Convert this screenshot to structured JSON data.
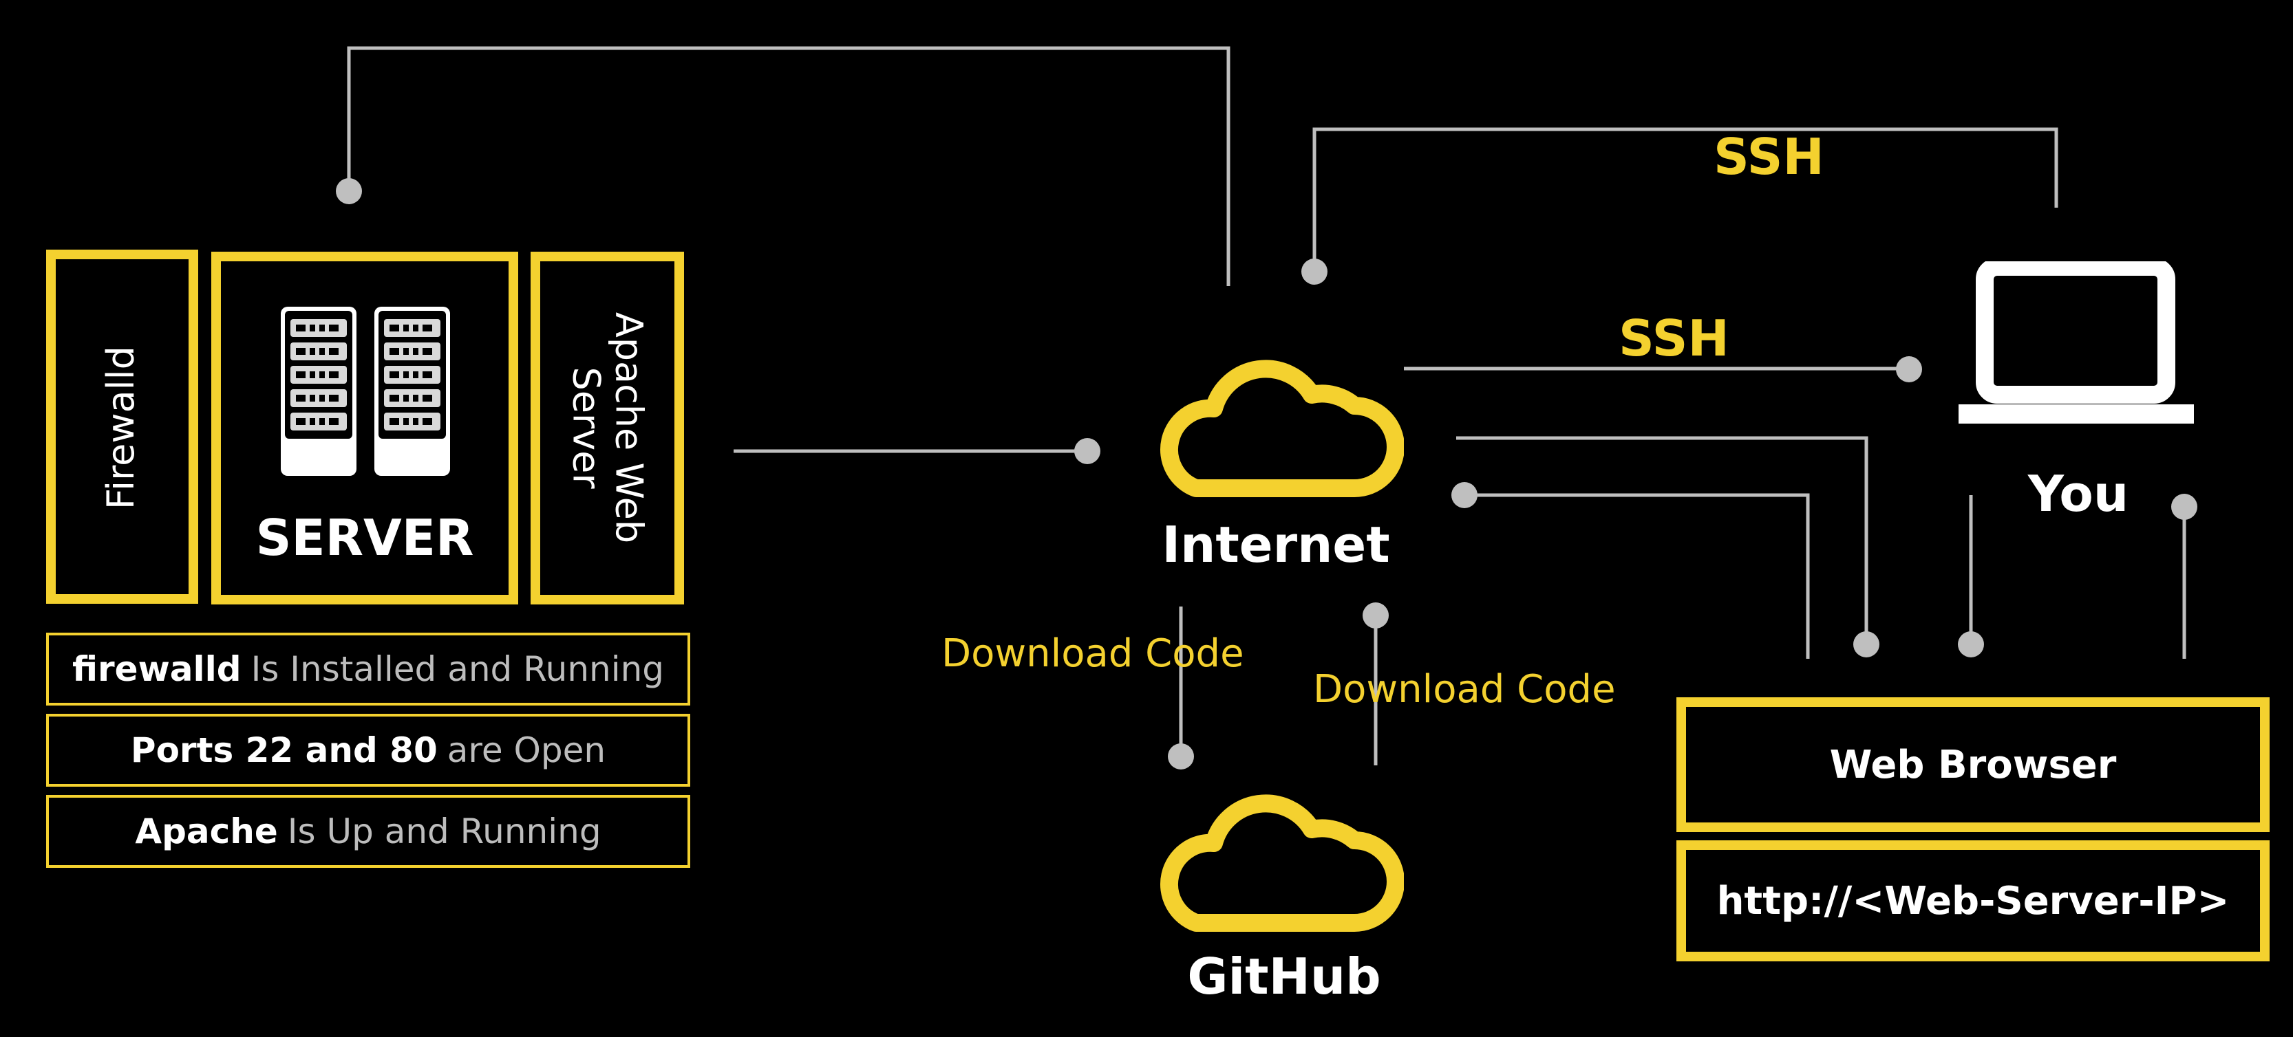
{
  "colors": {
    "accent": "#f4d12f",
    "line": "#bfbfbf",
    "background": "#000000",
    "text": "#ffffff"
  },
  "server_group": {
    "firewall_label": "Firewalld",
    "server_label": "SERVER",
    "apache_label_line1": "Apache Web",
    "apache_label_line2": "Server",
    "server_icon": "server-rack-icon"
  },
  "checks": [
    {
      "bold": "firewalld",
      "rest": "Is Installed and Running"
    },
    {
      "bold": "Ports 22 and 80",
      "rest": "are Open"
    },
    {
      "bold": "Apache",
      "rest": "Is Up and Running"
    }
  ],
  "internet": {
    "label": "Internet",
    "icon": "cloud-icon"
  },
  "github": {
    "label": "GitHub",
    "icon": "cloud-icon"
  },
  "you": {
    "label": "You",
    "icon": "laptop-icon"
  },
  "browser": {
    "label": "Web Browser",
    "url": "http://<Web-Server-IP>"
  },
  "connections": {
    "ssh_top": "SSH",
    "ssh_mid": "SSH",
    "download_left": "Download Code",
    "download_right": "Download Code"
  }
}
